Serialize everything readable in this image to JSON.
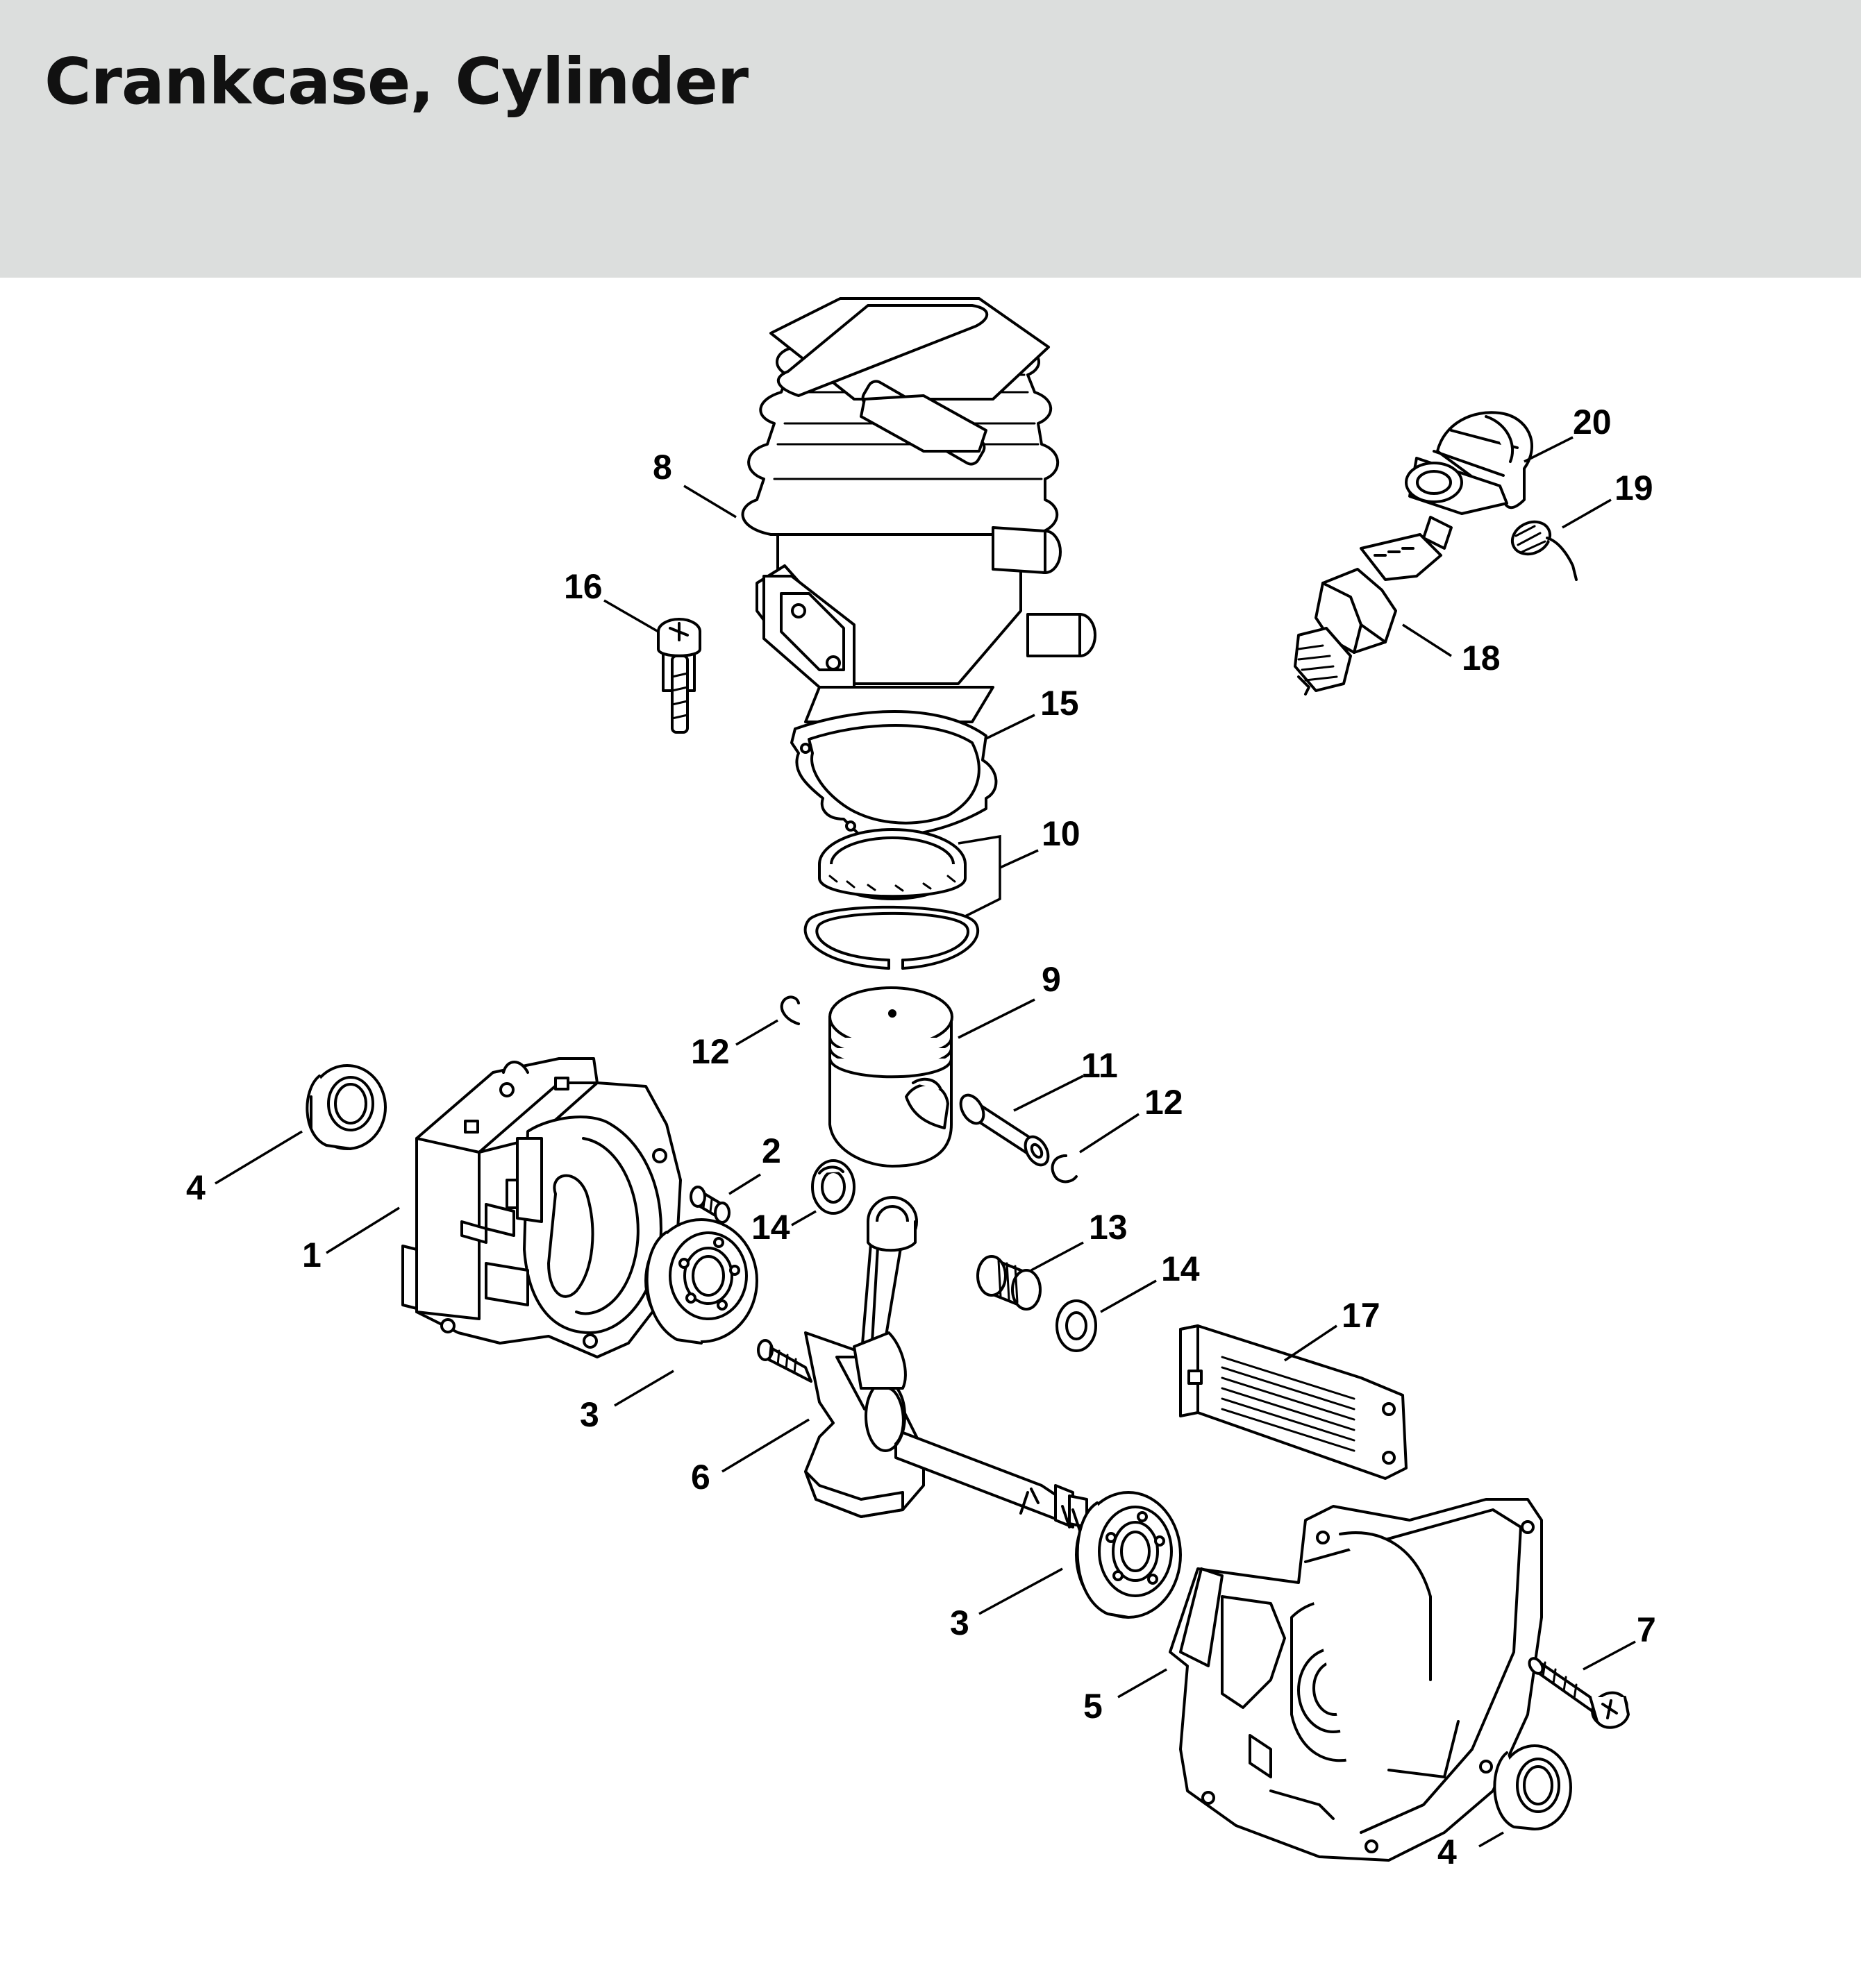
{
  "header": {
    "title": "Crankcase, Cylinder"
  },
  "colors": {
    "header_background": "#dcdedd",
    "line_art": "#000000",
    "background": "#ffffff"
  },
  "callouts": {
    "c1": "1",
    "c2": "2",
    "c3a": "3",
    "c3b": "3",
    "c4a": "4",
    "c4b": "4",
    "c5": "5",
    "c6": "6",
    "c7": "7",
    "c8": "8",
    "c9": "9",
    "c10": "10",
    "c11": "11",
    "c12a": "12",
    "c12b": "12",
    "c13": "13",
    "c14a": "14",
    "c14b": "14",
    "c15": "15",
    "c16": "16",
    "c17": "17",
    "c18": "18",
    "c19": "19",
    "c20": "20"
  }
}
